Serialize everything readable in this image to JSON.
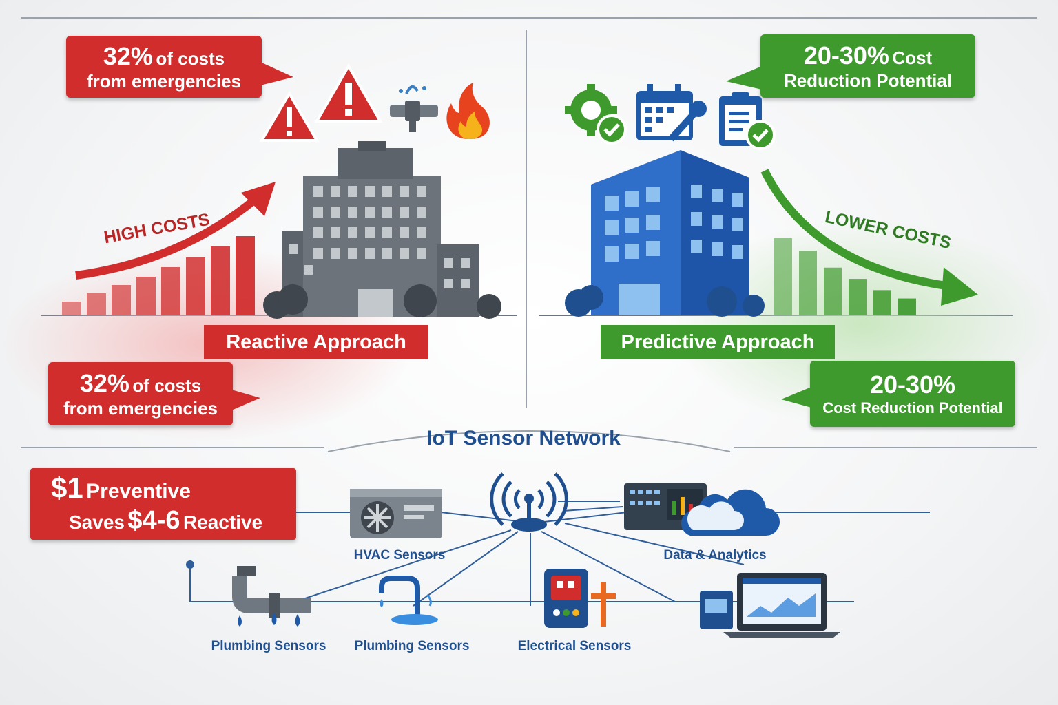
{
  "reactive": {
    "top_callout": {
      "stat": "32%",
      "line1_rest": "of costs",
      "line2": "from emergencies"
    },
    "trend_label": "HIGH COSTS",
    "approach_label": "Reactive Approach",
    "bottom_callout": {
      "stat": "32%",
      "line1_rest": "of costs",
      "line2": "from emergencies"
    },
    "bars": [
      20,
      32,
      44,
      56,
      70,
      84,
      100,
      115
    ],
    "color": "#d12d2d"
  },
  "predictive": {
    "top_callout": {
      "line1": "20-30%",
      "line1_rest": "Cost",
      "line2": "Reduction Potential"
    },
    "trend_label": "LOWER COSTS",
    "approach_label": "Predictive Approach",
    "bottom_callout": {
      "line1": "20-30%",
      "line2": "Cost Reduction Potential"
    },
    "bars": [
      110,
      92,
      68,
      52,
      36,
      24
    ],
    "color": "#3f9a2e"
  },
  "network": {
    "title": "IoT Sensor Network",
    "savings_callout": {
      "line1_stat": "$1",
      "line1_rest": "Preventive",
      "line2_pre": "Saves",
      "line2_stat": "$4-6",
      "line2_rest": "Reactive"
    },
    "labels": {
      "hvac": "HVAC Sensors",
      "data": "Data & Analytics",
      "plumbing_1": "Plumbing Sensors",
      "plumbing_2": "Plumbing Sensors",
      "electrical": "Electrical Sensors"
    },
    "accent": "#1f4f8f"
  }
}
